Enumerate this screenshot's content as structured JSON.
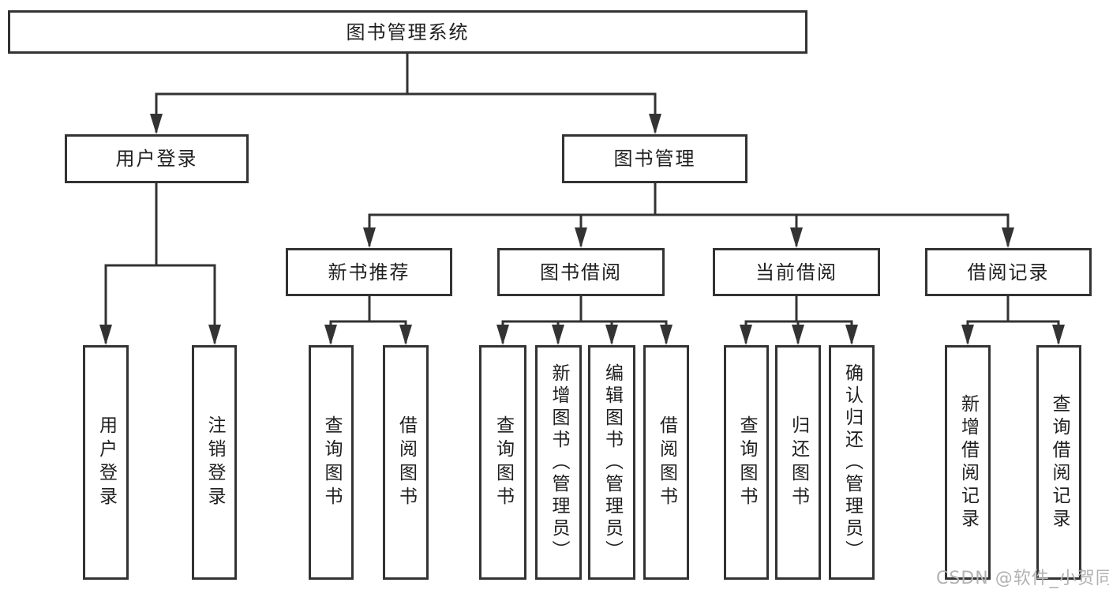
{
  "nodes": {
    "root": "图书管理系统",
    "user_login": "用户登录",
    "book_management": "图书管理",
    "new_book_recommend": "新书推荐",
    "book_borrowing": "图书借阅",
    "current_borrowing": "当前借阅",
    "borrowing_records": "借阅记录",
    "leaf_user_login": "用户登录",
    "leaf_logout": "注销登录",
    "recommend_query_books": "查询图书",
    "recommend_borrow_books": "借阅图书",
    "borrowing_query_books": "查询图书",
    "borrowing_add_books_admin": "新增图书（管理员）",
    "borrowing_edit_books_admin": "编辑图书（管理员）",
    "borrowing_borrow_books": "借阅图书",
    "current_query_books": "查询图书",
    "current_return_books": "归还图书",
    "current_confirm_return_admin": "确认归还（管理员）",
    "records_add_record": "新增借阅记录",
    "records_query_record": "查询借阅记录"
  },
  "watermark": "CSDN @软件_小贺同学",
  "colors": {
    "line": "#333333",
    "text": "#1f1f1f",
    "background": "#ffffff",
    "watermark": "#b2b2b2"
  }
}
